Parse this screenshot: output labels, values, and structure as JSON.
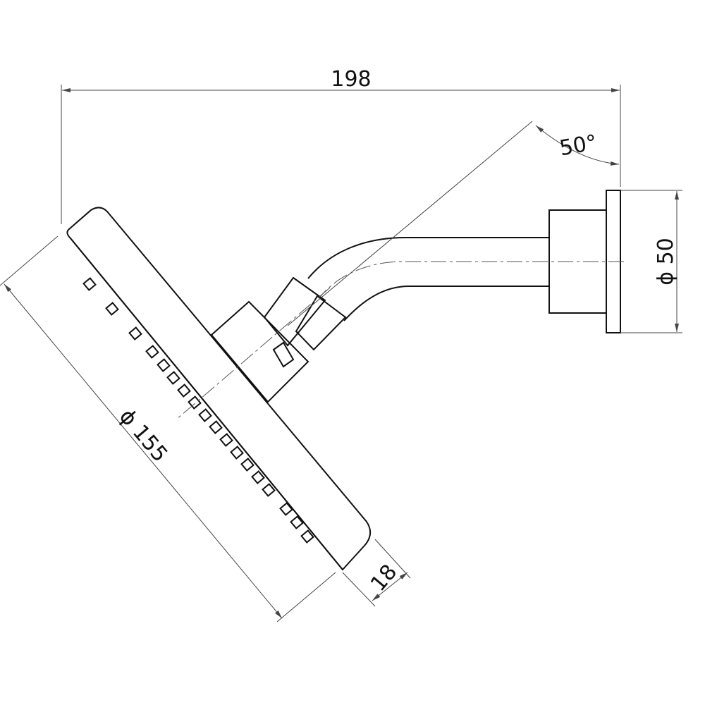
{
  "dimensions": {
    "overall_width": "198",
    "arm_angle": "50°",
    "flange_diameter": "ϕ 50",
    "head_diameter": "ϕ 155",
    "head_thickness": "18"
  }
}
